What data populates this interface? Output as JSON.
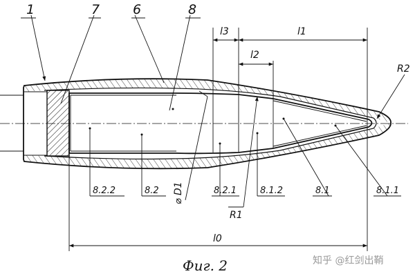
{
  "diagram": {
    "part_labels": {
      "p1": "1",
      "p7": "7",
      "p6": "6",
      "p8": "8"
    },
    "dimension_labels": {
      "l3": "l3",
      "l1": "l1",
      "l2": "l2",
      "R2": "R2",
      "D1": "⌀ D1",
      "R1": "R1",
      "l0": "l0"
    },
    "section_labels": {
      "s822": "8.2.2",
      "s82": "8.2",
      "s821": "8.2.1",
      "s812": "8.1.2",
      "s81": "8.1",
      "s811": "8.1.1"
    },
    "caption": "Фиг. 2",
    "watermark": "知乎 @红剑出鞘"
  }
}
